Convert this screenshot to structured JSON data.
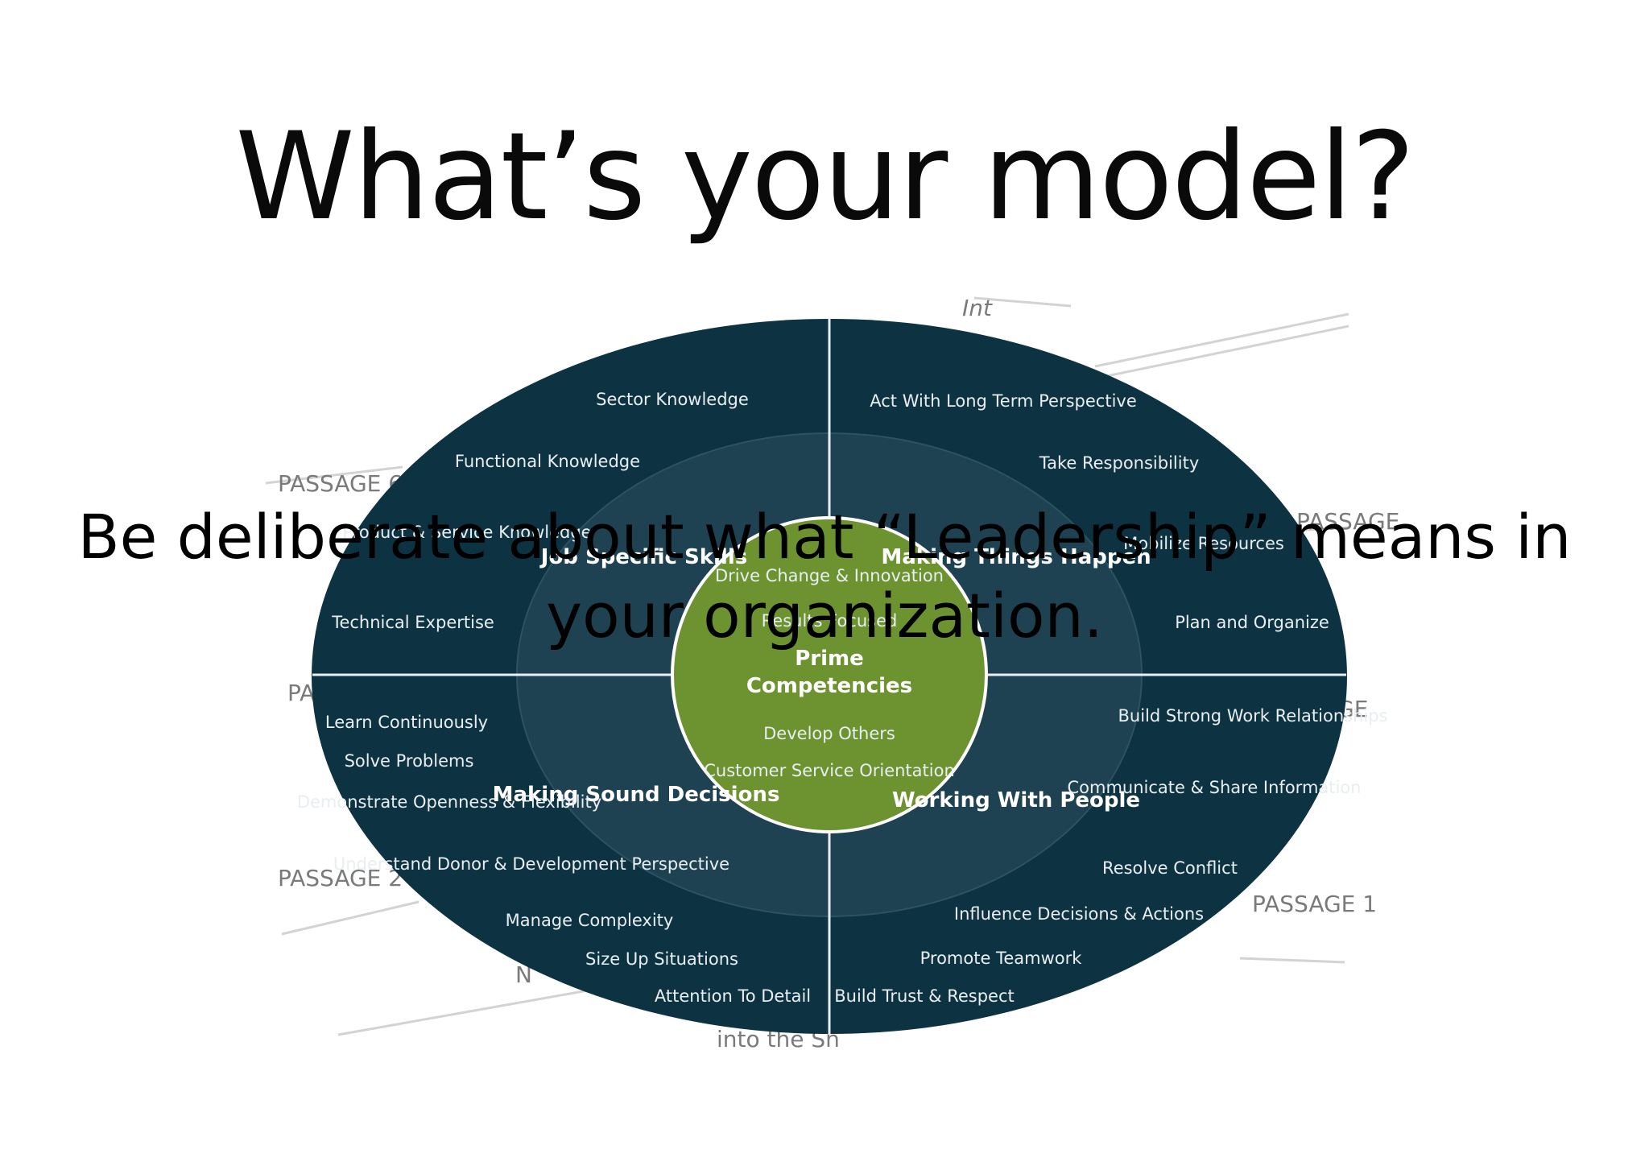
{
  "title": "What’s your model?",
  "subtitle": "Be deliberate about what “Leadership” means in your organization.",
  "colors": {
    "ring_dark": "#0d3242",
    "ring_mid": "#1e4252",
    "core_green": "#6d9330",
    "background": "#ffffff"
  },
  "background_passages": {
    "passage_6": "PASSAGE 6",
    "passage_5": "PASSAGE",
    "passage_4": "PA 4",
    "passage_3": "GE",
    "passage_2": "PASSAGE 2",
    "passage_1": "PASSAGE 1",
    "top_fragment": "Int",
    "bottom_fragment": "into the Sh",
    "bottom_left_fragment": "N"
  },
  "core": {
    "items": [
      "Drive Change & Innovation",
      "Results Focused"
    ],
    "title_line1": "Prime",
    "title_line2": "Competencies",
    "items_lower": [
      "Develop Others",
      "Customer Service Orientation"
    ]
  },
  "quadrants": {
    "top_left": {
      "title": "Job Specific Skills",
      "items": [
        "Sector Knowledge",
        "Functional Knowledge",
        "Product & Service Knowledge",
        "Technical Expertise"
      ]
    },
    "top_right": {
      "title": "Making Things Happen",
      "items": [
        "Act With Long Term Perspective",
        "Take Responsibility",
        "Mobilize Resources",
        "Plan and Organize"
      ]
    },
    "bottom_left": {
      "title": "Making Sound Decisions",
      "items": [
        "Learn Continuously",
        "Solve Problems",
        "Demonstrate Openness & Flexibility",
        "Understand Donor & Development Perspective",
        "Manage Complexity",
        "Size Up Situations",
        "Attention To Detail"
      ]
    },
    "bottom_right": {
      "title": "Working With People",
      "items": [
        "Build Strong Work Relationships",
        "Communicate & Share Information",
        "Resolve Conflict",
        "Influence Decisions & Actions",
        "Promote Teamwork",
        "Build Trust & Respect"
      ]
    }
  }
}
